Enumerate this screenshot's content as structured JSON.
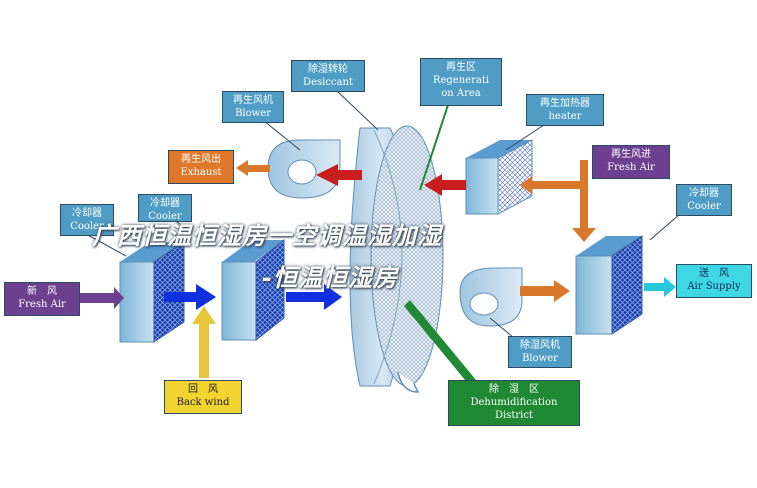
{
  "labels": {
    "desiccant": {
      "cn": "除湿转轮",
      "en": "Desiccant"
    },
    "regeneration_area": {
      "cn": "再生区",
      "en1": "Regenerati",
      "en2": "on Area"
    },
    "regen_blower": {
      "cn": "再生风机",
      "en": "Blower"
    },
    "heater": {
      "cn": "再生加热器",
      "en": "heater"
    },
    "exhaust": {
      "cn": "再生风出",
      "en": "Exhaust"
    },
    "regen_fresh_air": {
      "cn": "再生风进",
      "en": "Fresh Air"
    },
    "cooler_left": {
      "cn": "冷却器",
      "en": "Cooler"
    },
    "cooler_middle": {
      "cn": "冷却器",
      "en": "Cooler"
    },
    "cooler_right": {
      "cn": "冷却器",
      "en": "Cooler"
    },
    "fresh_air": {
      "cn": "新　风",
      "en": "Fresh Air"
    },
    "air_supply": {
      "cn": "送　风",
      "en": "Air Supply"
    },
    "process_blower": {
      "cn": "除湿风机",
      "en": "Blower"
    },
    "back_wind": {
      "cn": "回　风",
      "en": "Back wind"
    },
    "dehumidification": {
      "cn": "除　湿　区",
      "en1": "Dehumidification",
      "en2": "District"
    }
  },
  "overlay_text": {
    "line1": "广西恒温恒湿房一空调温湿加湿",
    "line2": "-恒温恒湿房"
  },
  "colors": {
    "label_blue": "#4f9cc4",
    "label_orange": "#e0782c",
    "label_purple": "#6d3f8f",
    "label_cyan": "#3fd7e6",
    "label_yellow": "#f2d330",
    "label_green": "#1f8a33",
    "arrow_red": "#c81e1e",
    "arrow_blue": "#1030e0",
    "arrow_orange": "#d9782a",
    "arrow_yellow": "#e8c63a",
    "arrow_cyan": "#28c8dc"
  }
}
